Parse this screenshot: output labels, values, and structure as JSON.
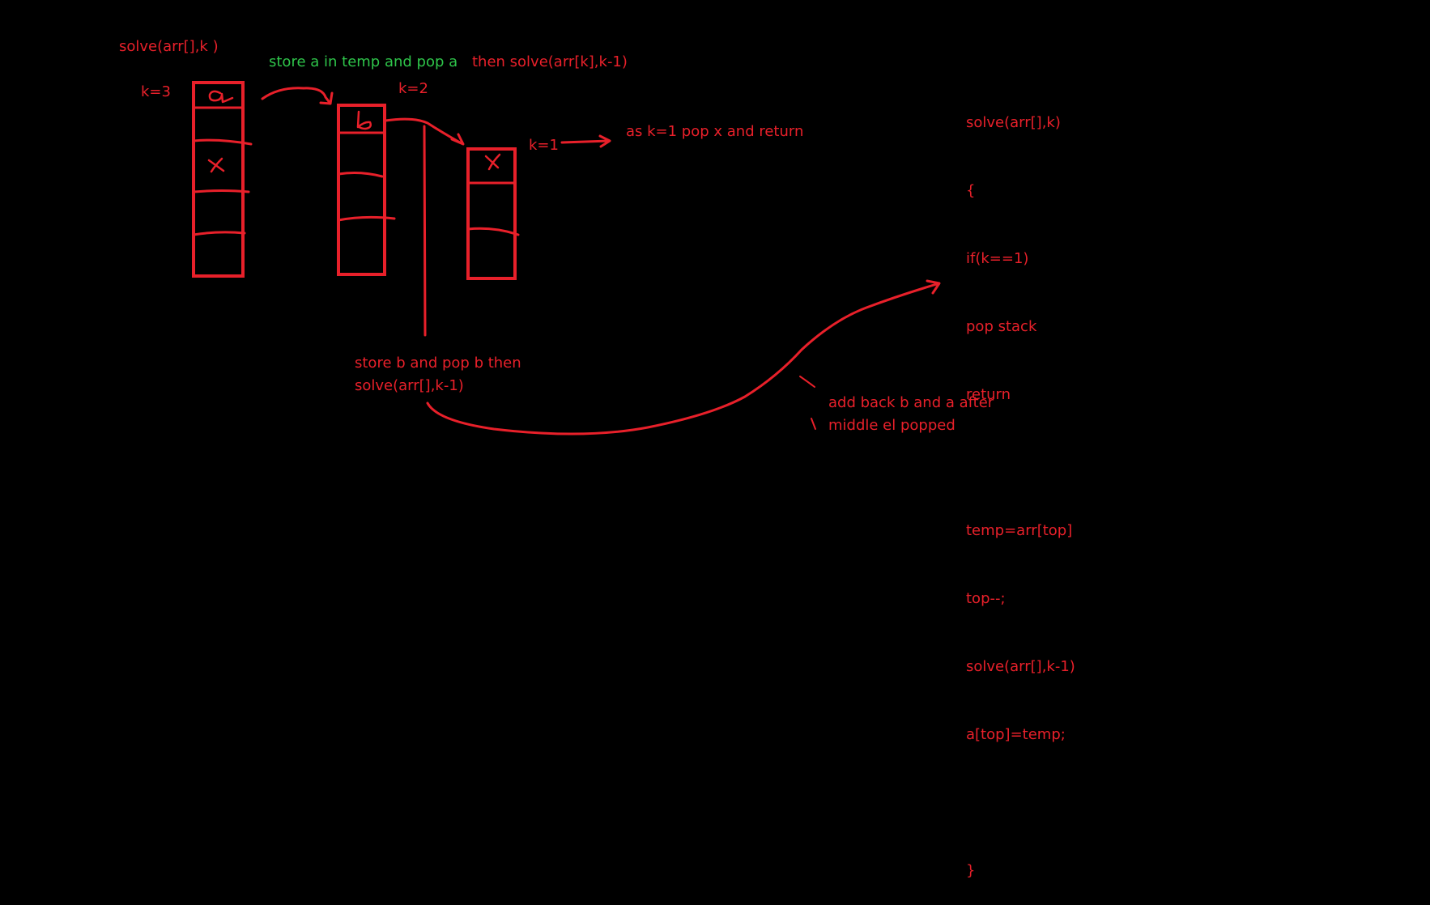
{
  "labels": {
    "solve_call": "solve(arr[],k )",
    "k3": "k=3",
    "store_a": "store a in temp and pop a",
    "then_solve": "then solve(arr[k],k-1)",
    "k2": "k=2",
    "k1": "k=1",
    "as_k1": "as k=1 pop x and return",
    "store_b_line1": "store b and pop b then",
    "store_b_line2": "solve(arr[],k-1)",
    "add_back_line1": "add back b and a after",
    "add_back_line2": "middle el popped"
  },
  "stacks": {
    "stack1_top": "a",
    "stack1_mid": "x",
    "stack2_top": "b",
    "stack3_top": "x"
  },
  "code": {
    "lines": [
      "solve(arr[],k)",
      "{",
      "if(k==1)",
      "pop stack",
      "return",
      "",
      "temp=arr[top]",
      "top--;",
      "solve(arr[],k-1)",
      "a[top]=temp;",
      "",
      "}"
    ]
  },
  "colors": {
    "background": "#000000",
    "ink_red": "#e8202a",
    "ink_green": "#2ec44a"
  }
}
